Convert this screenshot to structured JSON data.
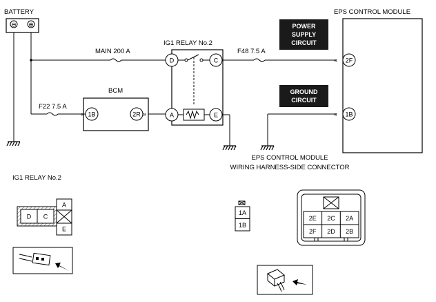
{
  "battery": {
    "label": "BATTERY",
    "neg": "⊖",
    "pos": "⊕"
  },
  "wires": {
    "main_fuse": "MAIN 200 A",
    "f48_fuse": "F48 7.5 A",
    "f22_fuse": "F22 7.5 A"
  },
  "relay": {
    "title": "IG1 RELAY No.2",
    "pins": [
      "D",
      "C",
      "A",
      "E"
    ]
  },
  "bcm": {
    "title": "BCM",
    "pins": [
      "1B",
      "2R"
    ]
  },
  "eps": {
    "title": "EPS CONTROL MODULE",
    "power_box": [
      "POWER",
      "SUPPLY",
      "CIRCUIT"
    ],
    "ground_box": [
      "GROUND",
      "CIRCUIT"
    ],
    "pins": [
      "2F",
      "1B"
    ]
  },
  "connector_caption": [
    "EPS CONTROL MODULE",
    "WIRING HARNESS-SIDE CONNECTOR"
  ],
  "relay_connector": {
    "title": "IG1 RELAY No.2",
    "pins": [
      "A",
      "D",
      "C",
      "E"
    ]
  },
  "small_connector": {
    "pins": [
      "1A",
      "1B"
    ]
  },
  "eps_connector": {
    "pins": [
      "2E",
      "2C",
      "2A",
      "2F",
      "2D",
      "2B"
    ]
  }
}
